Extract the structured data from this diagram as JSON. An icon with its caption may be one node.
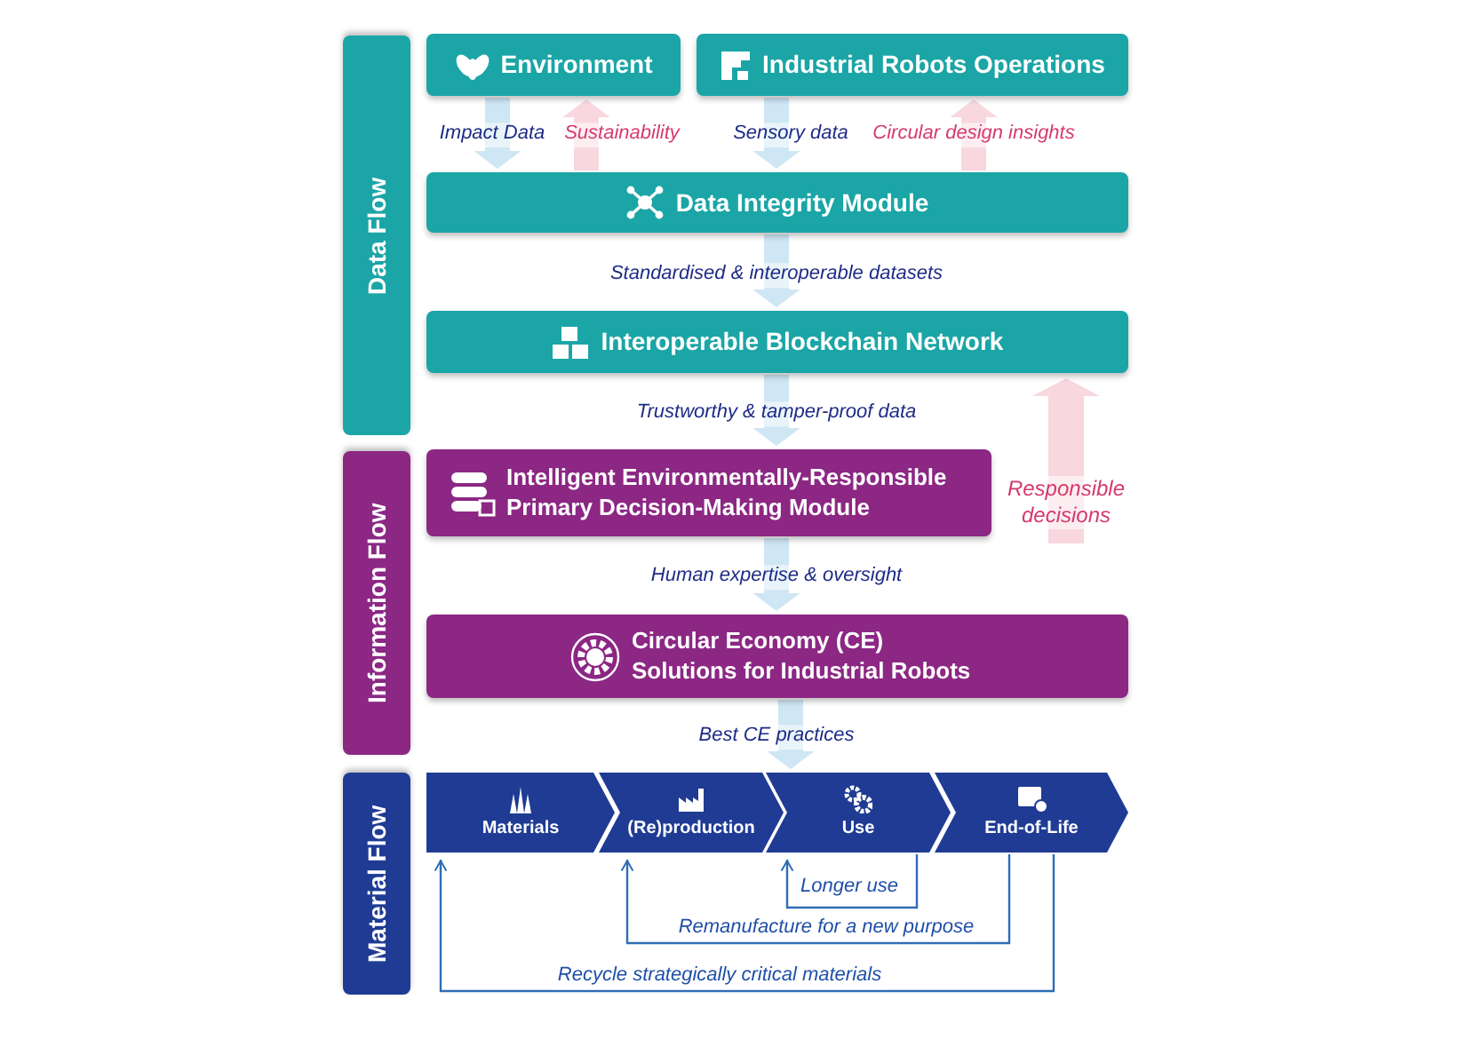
{
  "diagram": {
    "nodes": [
      {
        "text": [
          "Data Flow"
        ]
      },
      {
        "text": [
          "Environment"
        ]
      },
      {
        "text": [
          "Industrial Robots Operations"
        ]
      },
      {
        "text": [
          "Data Integrity Module"
        ]
      },
      {
        "text": [
          "Interoperable Blockchain Network"
        ]
      },
      {
        "text": [
          "Information Flow"
        ]
      },
      {
        "text": [
          "Intelligent Environmentally-Responsible Primary Decision-Making Module"
        ]
      },
      {
        "text": [
          "Circular Economy (CE) Solutions for Industrial Robots"
        ]
      },
      {
        "text": [
          "Material Flow"
        ]
      },
      {
        "text": [
          "Materials"
        ]
      },
      {
        "text": [
          "(Re)production"
        ]
      },
      {
        "text": [
          "Use"
        ]
      },
      {
        "text": [
          "End-of-Life"
        ]
      }
    ],
    "edges": [
      {
        "from": 1,
        "to": 3,
        "arrow": "to",
        "label": "Impact Data"
      },
      {
        "from": 3,
        "to": 1,
        "arrow": "to",
        "label": "Sustainability",
        "color": "#f8d7df"
      },
      {
        "from": 2,
        "to": 3,
        "arrow": "to",
        "label": "Sensory data"
      },
      {
        "from": 3,
        "to": 2,
        "arrow": "to",
        "label": "Circular design insights",
        "color": "#f8d7df"
      },
      {
        "from": 3,
        "to": 4,
        "arrow": "to",
        "label": "Standardised & interoperable datasets"
      },
      {
        "from": 4,
        "to": 6,
        "arrow": "to",
        "label": "Trustworthy & tamper-proof data"
      },
      {
        "from": 6,
        "to": 7,
        "arrow": "to",
        "label": "Human expertise & oversight"
      },
      {
        "from": 7,
        "to": 11,
        "arrow": "to",
        "label": "Best CE practices"
      },
      {
        "from": null,
        "to": 4,
        "arrow": "to",
        "label": "Responsible decisions",
        "color": "#f8d7df"
      },
      {
        "from": 11,
        "to": 11,
        "arrow": "to",
        "label": "Longer use",
        "color": "#2f6db5"
      },
      {
        "from": 12,
        "to": 10,
        "arrow": "to",
        "label": "Remanufacture for a new purpose",
        "color": "#2f6db5"
      },
      {
        "from": 12,
        "to": 9,
        "arrow": "to",
        "label": "Recycle strategically critical materials",
        "color": "#2f6db5"
      }
    ]
  }
}
